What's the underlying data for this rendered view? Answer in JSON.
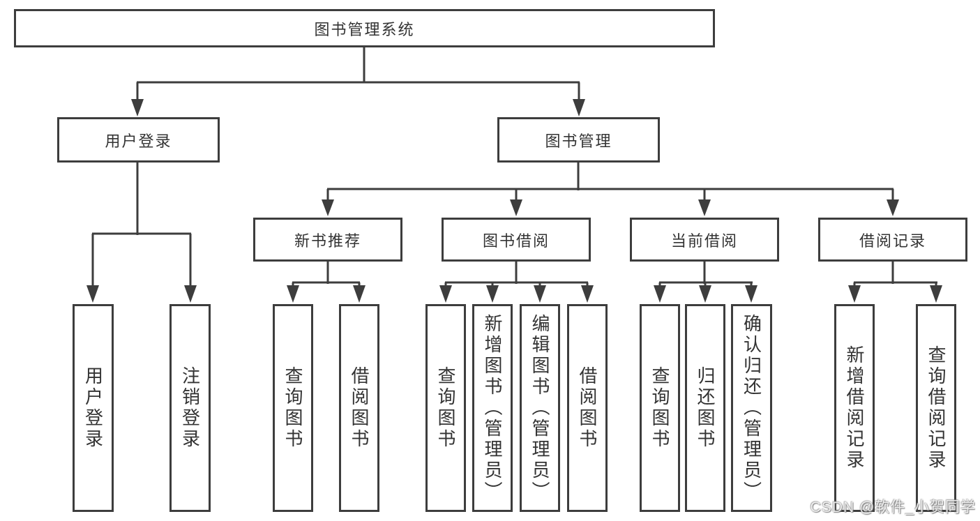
{
  "diagram": {
    "title": "图书管理系统",
    "colors": {
      "line": "#3d3d3d",
      "text": "#333333",
      "background": "#ffffff"
    },
    "root": {
      "label": "图书管理系统"
    },
    "level2": [
      {
        "label": "用户登录"
      },
      {
        "label": "图书管理"
      }
    ],
    "level3": [
      {
        "label": "新书推荐"
      },
      {
        "label": "图书借阅"
      },
      {
        "label": "当前借阅"
      },
      {
        "label": "借阅记录"
      }
    ],
    "leaves": {
      "user_login": [
        "用户登录",
        "注销登录"
      ],
      "new_book": [
        "查询图书",
        "借阅图书"
      ],
      "book_borrow": [
        "查询图书",
        "新增图书（管理员）",
        "编辑图书（管理员）",
        "借阅图书"
      ],
      "current_borrow": [
        "查询图书",
        "归还图书",
        "确认归还（管理员）"
      ],
      "borrow_record": [
        "新增借阅记录",
        "查询借阅记录"
      ]
    }
  },
  "watermark": {
    "text": "CSDN @软件_小贺同学"
  }
}
